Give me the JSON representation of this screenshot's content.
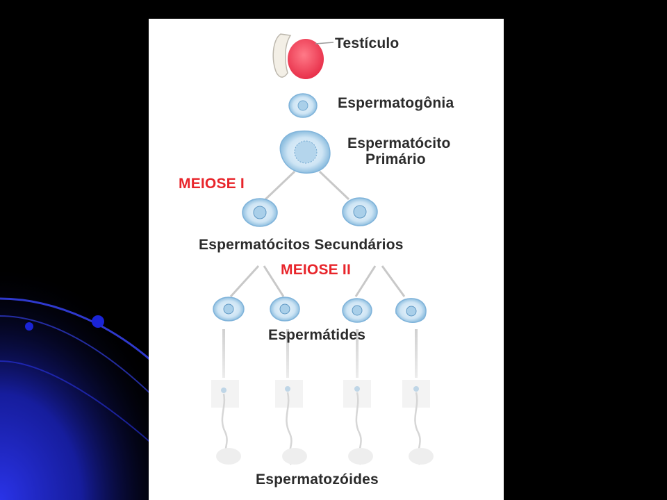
{
  "diagram": {
    "labels": {
      "testiculo": "Testículo",
      "espermatogonia": "Espermatogônia",
      "espermatocito_primario_line1": "Espermatócito",
      "espermatocito_primario_line2": "Primário",
      "meiose_1": "MEIOSE I",
      "espermatocitos_secundarios": "Espermatócitos Secundários",
      "meiose_2": "MEIOSE II",
      "espermatides": "Espermátides",
      "espermatozoides": "Espermatozóides"
    }
  },
  "colors": {
    "background": "#000000",
    "decor_blue": "#1a24d6",
    "panel": "#ffffff",
    "text": "#2b2b2b",
    "highlight_red": "#e8252b",
    "testis": "#f0485a",
    "cell_fill": "#c9e2f2",
    "cell_border": "#7fb3da",
    "line": "#c8c8c8"
  }
}
